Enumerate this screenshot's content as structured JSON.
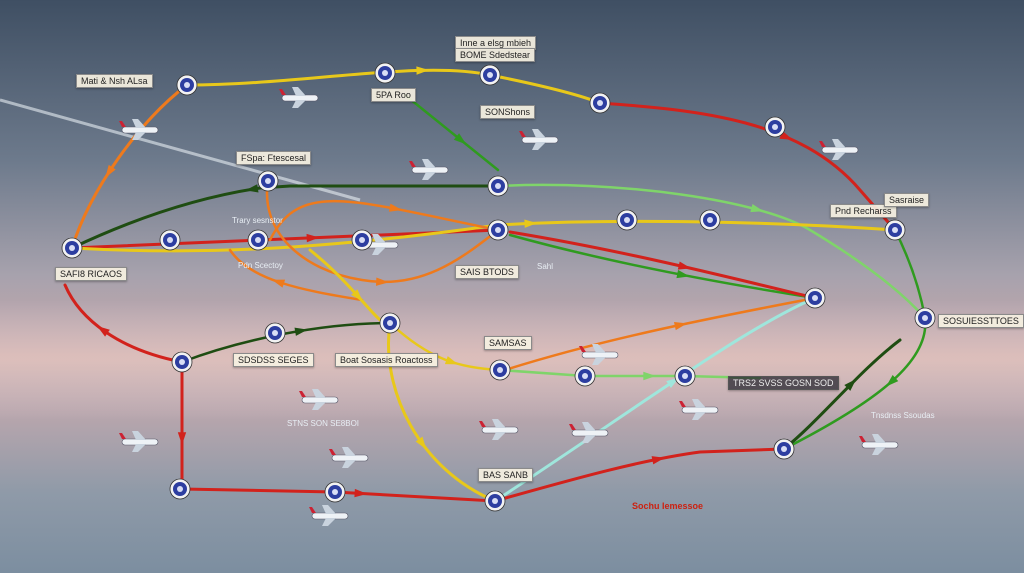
{
  "labels": [
    {
      "text": "Mati & Nsh ALsa",
      "cls": "lbl"
    },
    {
      "text": "Inne a elsg mbieh",
      "cls": "lbl"
    },
    {
      "text": "BOME Sdedstear",
      "cls": "lbl"
    },
    {
      "text": "5PA Roo",
      "cls": "lbl"
    },
    {
      "text": "SONShons",
      "cls": "lbl"
    },
    {
      "text": "FSpa: Ftescesal",
      "cls": "lbl"
    },
    {
      "text": "Pnd Recharss",
      "cls": "lbl"
    },
    {
      "text": "Sasraise",
      "cls": "lbl"
    },
    {
      "text": "SAFI8 RICAOS",
      "cls": "lbl"
    },
    {
      "text": "Pdn Scectoy",
      "cls": "lbl plain"
    },
    {
      "text": "Trary sesnstor",
      "cls": "lbl plain"
    },
    {
      "text": "SAIS BTODS",
      "cls": "lbl"
    },
    {
      "text": "Sahl",
      "cls": "lbl plain"
    },
    {
      "text": "SDSDSS SEGES",
      "cls": "lbl"
    },
    {
      "text": "Boat Sosasis Roactoss",
      "cls": "lbl"
    },
    {
      "text": "SAMSAS",
      "cls": "lbl"
    },
    {
      "text": "SOSUIESSTTOES",
      "cls": "lbl"
    },
    {
      "text": "TRS2 SVSS GOSN SOD",
      "cls": "lbl dark"
    },
    {
      "text": "BAS SANB",
      "cls": "lbl"
    },
    {
      "text": "Sochu Iemessoe",
      "cls": "lbl red"
    },
    {
      "text": "STNS SON SE8BOI",
      "cls": "lbl plain"
    },
    {
      "text": "Tnsdnss Ssoudas",
      "cls": "lbl plain"
    }
  ],
  "colors": {
    "red": "#d2221c",
    "green": "#2f9b1f",
    "dark_green": "#1f4d12",
    "yellow": "#e8c81a",
    "orange": "#ee7a1c",
    "light_green": "#7fd46a",
    "cyan": "#9fe6dc",
    "node_fill": "#2d3ea0",
    "node_ring": "#f2f2f2"
  }
}
